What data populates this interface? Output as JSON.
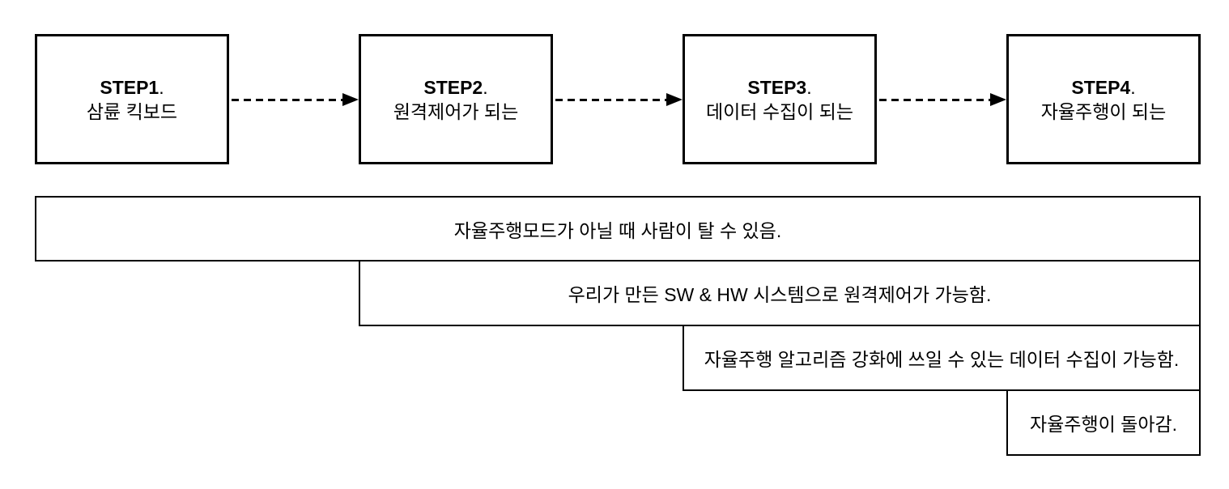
{
  "diagram": {
    "colors": {
      "background": "#ffffff",
      "line": "#000000",
      "text": "#000000"
    },
    "steps": [
      {
        "label": "STEP1",
        "label_period": ".",
        "subtitle": "삼륜 킥보드"
      },
      {
        "label": "STEP2",
        "label_period": ".",
        "subtitle": "원격제어가 되는"
      },
      {
        "label": "STEP3",
        "label_period": ".",
        "subtitle": "데이터 수집이 되는"
      },
      {
        "label": "STEP4",
        "label_period": ".",
        "subtitle": "자율주행이 되는"
      }
    ],
    "arrows": [
      {
        "from": "STEP1",
        "to": "STEP2",
        "style": "dashed"
      },
      {
        "from": "STEP2",
        "to": "STEP3",
        "style": "dashed"
      },
      {
        "from": "STEP3",
        "to": "STEP4",
        "style": "dashed"
      }
    ],
    "notes": [
      "자율주행모드가 아닐 때 사람이 탈 수 있음.",
      "우리가 만든 SW & HW 시스템으로 원격제어가 가능함.",
      "자율주행 알고리즘 강화에 쓰일 수 있는 데이터 수집이 가능함.",
      "자율주행이 돌아감."
    ]
  }
}
